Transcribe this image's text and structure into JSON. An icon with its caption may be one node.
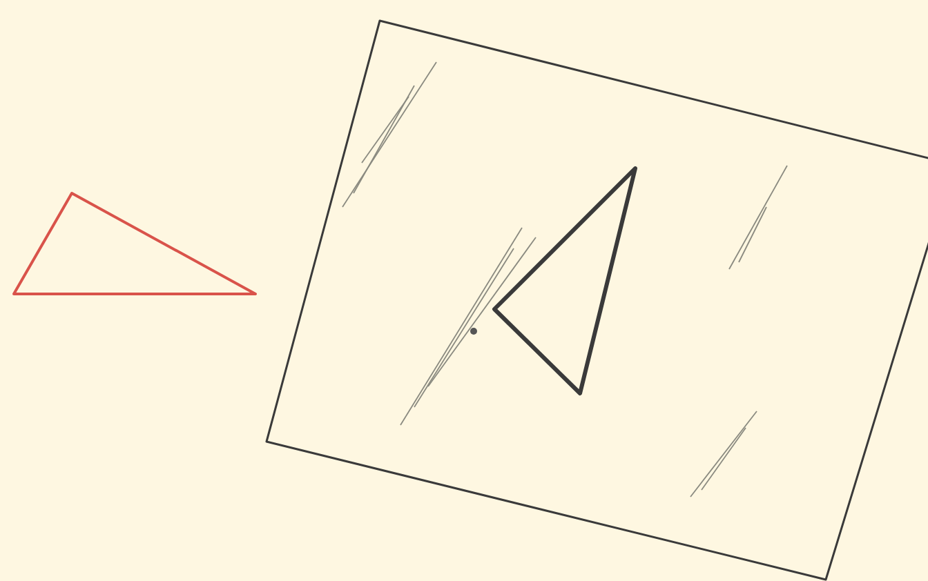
{
  "diagram": {
    "nodes": [
      {
        "text": [],
        "shape": "triangle"
      },
      {
        "text": [],
        "shape": "box"
      },
      {
        "text": [],
        "shape": "triangle",
        "in": 1
      }
    ]
  }
}
